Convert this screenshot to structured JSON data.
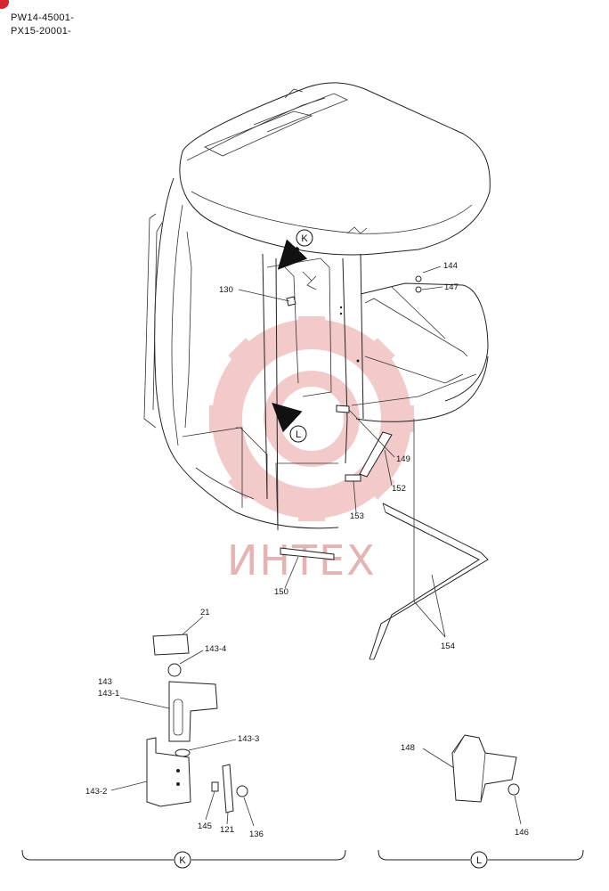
{
  "header": {
    "serial_1": "PW14-45001-",
    "serial_2": "PX15-20001-"
  },
  "watermark": {
    "text": "ИНТЕХ",
    "color": "#e8a0a0"
  },
  "detail_markers": {
    "k": "K",
    "l": "L"
  },
  "callouts": {
    "p21": "21",
    "p130": "130",
    "p136": "136",
    "p143": "143",
    "p143_1": "143-1",
    "p143_2": "143-2",
    "p143_3": "143-3",
    "p143_4": "143-4",
    "p144": "144",
    "p145": "145",
    "p146": "146",
    "p147": "147",
    "p148": "148",
    "p149": "149",
    "p150": "150",
    "p152": "152",
    "p153": "153",
    "p154": "154",
    "p121": "121"
  }
}
